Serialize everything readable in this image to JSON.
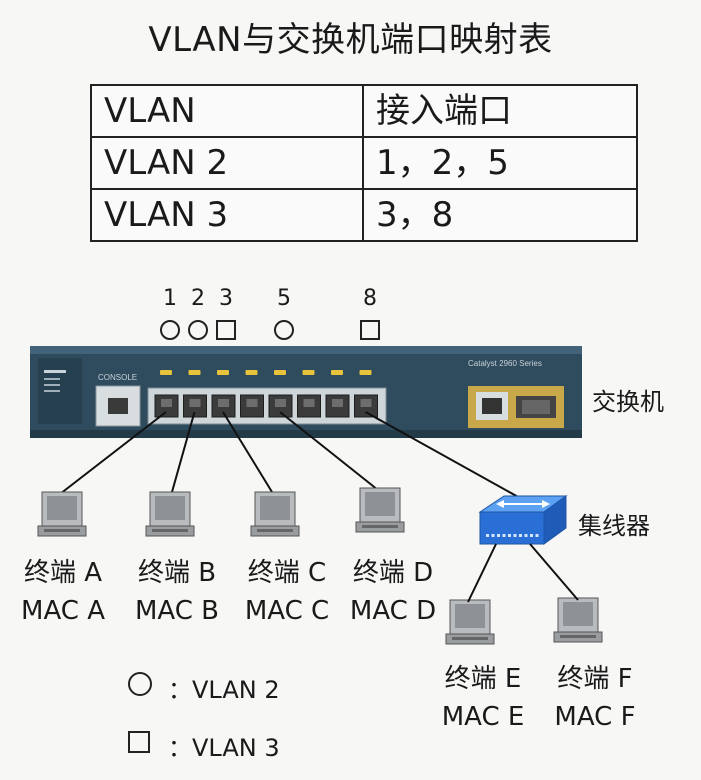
{
  "title": "VLAN与交换机端口映射表",
  "table": {
    "header": [
      "VLAN",
      "接入端口"
    ],
    "rows": [
      [
        "VLAN 2",
        "1，2，5"
      ],
      [
        "VLAN 3",
        "3，8"
      ]
    ]
  },
  "ports": [
    {
      "number": "1",
      "symbol": "circle"
    },
    {
      "number": "2",
      "symbol": "circle"
    },
    {
      "number": "3",
      "symbol": "square"
    },
    {
      "number": "5",
      "symbol": "circle"
    },
    {
      "number": "8",
      "symbol": "square"
    }
  ],
  "switch": {
    "label": "交换机",
    "brand_text": "Catalyst 2960 Series",
    "console_text": "CONSOLE"
  },
  "hub": {
    "label": "集线器"
  },
  "terminals": [
    {
      "name": "终端 A",
      "mac": "MAC A"
    },
    {
      "name": "终端 B",
      "mac": "MAC B"
    },
    {
      "name": "终端 C",
      "mac": "MAC C"
    },
    {
      "name": "终端 D",
      "mac": "MAC D"
    },
    {
      "name": "终端 E",
      "mac": "MAC E"
    },
    {
      "name": "终端 F",
      "mac": "MAC F"
    }
  ],
  "legend": [
    {
      "symbol": "circle",
      "text": "：VLAN 2"
    },
    {
      "symbol": "square",
      "text": "：VLAN 3"
    }
  ],
  "colors": {
    "switch_body": "#2f4b5e",
    "hub": "#2a6fd6",
    "led": "#e8c23a"
  }
}
